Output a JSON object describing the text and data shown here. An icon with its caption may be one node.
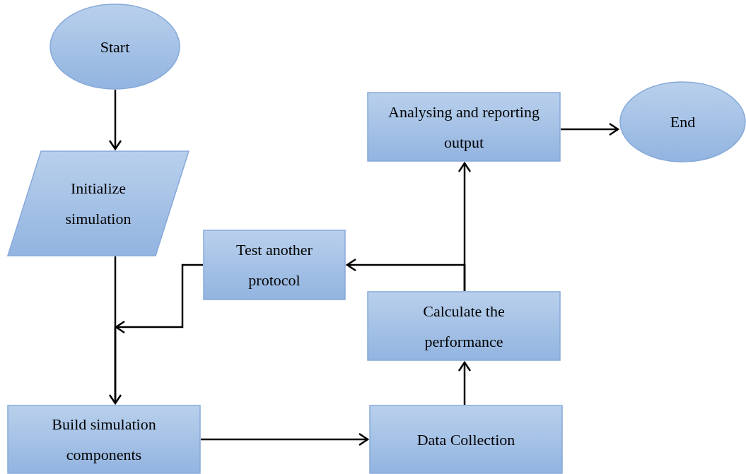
{
  "diagram": {
    "nodes": [
      {
        "text": [
          "Start"
        ]
      },
      {
        "text": [
          "Initialize simulation"
        ]
      },
      {
        "text": [
          "Test another protocol"
        ]
      },
      {
        "text": [
          "Analysing and reporting output"
        ]
      },
      {
        "text": [
          "End"
        ]
      },
      {
        "text": [
          "Calculate the performance"
        ]
      },
      {
        "text": [
          "Build simulation components"
        ]
      },
      {
        "text": [
          "Data Collection"
        ]
      }
    ],
    "edges": [
      {
        "from": 0,
        "to": 1,
        "arrow": "to"
      },
      {
        "from": 1,
        "to": 6,
        "arrow": "to"
      },
      {
        "from": 2,
        "to": 6,
        "arrow": "to"
      },
      {
        "from": 6,
        "to": 7,
        "arrow": "to"
      },
      {
        "from": 7,
        "to": 5,
        "arrow": "to"
      },
      {
        "from": 5,
        "to": 3,
        "arrow": "to"
      },
      {
        "from": 5,
        "to": 2,
        "arrow": "to"
      },
      {
        "from": 3,
        "to": 4,
        "arrow": "to"
      }
    ]
  }
}
